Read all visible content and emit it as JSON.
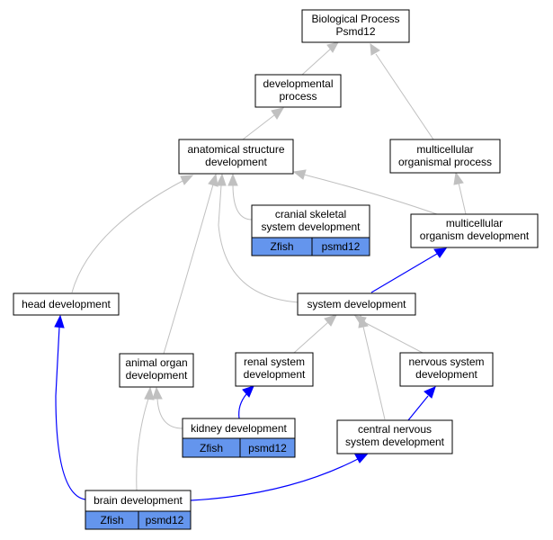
{
  "colors": {
    "gray_edge": "#c0c0c0",
    "blue_edge": "#0000ff",
    "annotation_cell": "#6495ed"
  },
  "nodes": {
    "biological_process": {
      "line1": "Biological Process",
      "line2": "Psmd12"
    },
    "developmental_process": {
      "line1": "developmental",
      "line2": "process"
    },
    "anatomical_structure_development": {
      "line1": "anatomical structure",
      "line2": "development"
    },
    "multicellular_organismal_process": {
      "line1": "multicellular",
      "line2": "organismal process"
    },
    "cranial_skeletal_system_development": {
      "line1": "cranial skeletal",
      "line2": "system development",
      "species": "Zfish",
      "gene": "psmd12"
    },
    "multicellular_organism_development": {
      "line1": "multicellular",
      "line2": "organism development"
    },
    "head_development": {
      "line1": "head development"
    },
    "system_development": {
      "line1": "system development"
    },
    "animal_organ_development": {
      "line1": "animal organ",
      "line2": "development"
    },
    "renal_system_development": {
      "line1": "renal system",
      "line2": "development"
    },
    "nervous_system_development": {
      "line1": "nervous system",
      "line2": "development"
    },
    "kidney_development": {
      "line1": "kidney development",
      "species": "Zfish",
      "gene": "psmd12"
    },
    "central_nervous_system_development": {
      "line1": "central nervous",
      "line2": "system development"
    },
    "brain_development": {
      "line1": "brain development",
      "species": "Zfish",
      "gene": "psmd12"
    }
  }
}
